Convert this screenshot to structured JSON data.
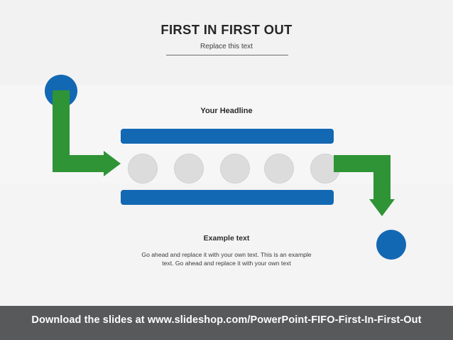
{
  "slide": {
    "title": "FIRST IN FIRST OUT",
    "subtitle": "Replace this text",
    "headline": "Your Headline",
    "example_title": "Example text",
    "example_body": "Go ahead and replace it with your own text. This is an example text. Go ahead and replace it with your own text",
    "footer": "Download the slides at www.slideshop.com/PowerPoint-FIFO-First-In-First-Out"
  },
  "colors": {
    "blue": "#1368b3",
    "green": "#2f9436",
    "grey_circle": "#dcdcdc",
    "footer_bar": "#58595b",
    "background": "#f5f5f5"
  },
  "diagram": {
    "conveyor_bars": 2,
    "items": [
      {
        "label": ""
      },
      {
        "label": ""
      },
      {
        "label": ""
      },
      {
        "label": ""
      },
      {
        "label": ""
      }
    ],
    "arrow_in": "first-in-arrow",
    "arrow_out": "first-out-arrow"
  }
}
